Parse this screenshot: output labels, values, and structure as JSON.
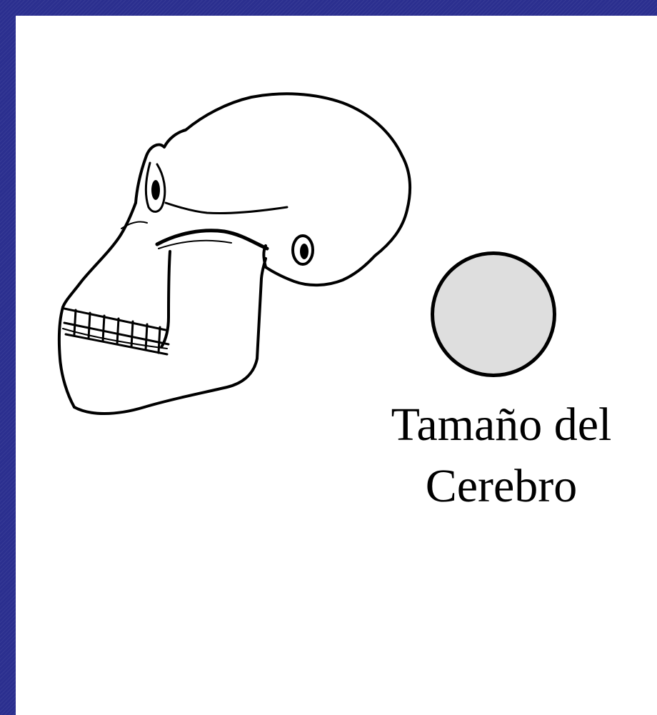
{
  "slide": {
    "background_color": "#2b2f8f",
    "panel_color": "#ffffff"
  },
  "figure": {
    "skull_icon": "hominid-skull-side-view",
    "brain_circle_color": "#dedede"
  },
  "caption": {
    "line1": "Tamaño del",
    "line2": "Cerebro"
  }
}
